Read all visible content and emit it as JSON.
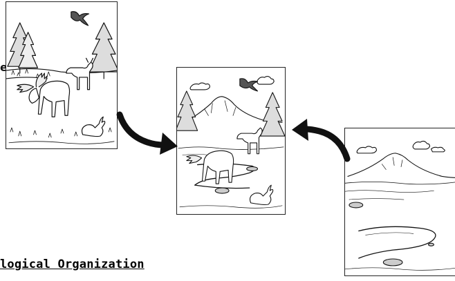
{
  "edge_letter": "e",
  "bottom_title": "logical Organization",
  "panels": {
    "left": "moose, elk, rabbit and bird among pine trees",
    "center": "combined scene with mountain, river, trees and animals",
    "right": "mountain, clouds and river landscape"
  },
  "colors": {
    "ink": "#111111",
    "paper": "#ffffff"
  },
  "icons": [
    "moose-icon",
    "elk-icon",
    "rabbit-icon",
    "bird-icon",
    "pine-tree-icon",
    "mountain-icon",
    "cloud-icon",
    "river-icon"
  ]
}
